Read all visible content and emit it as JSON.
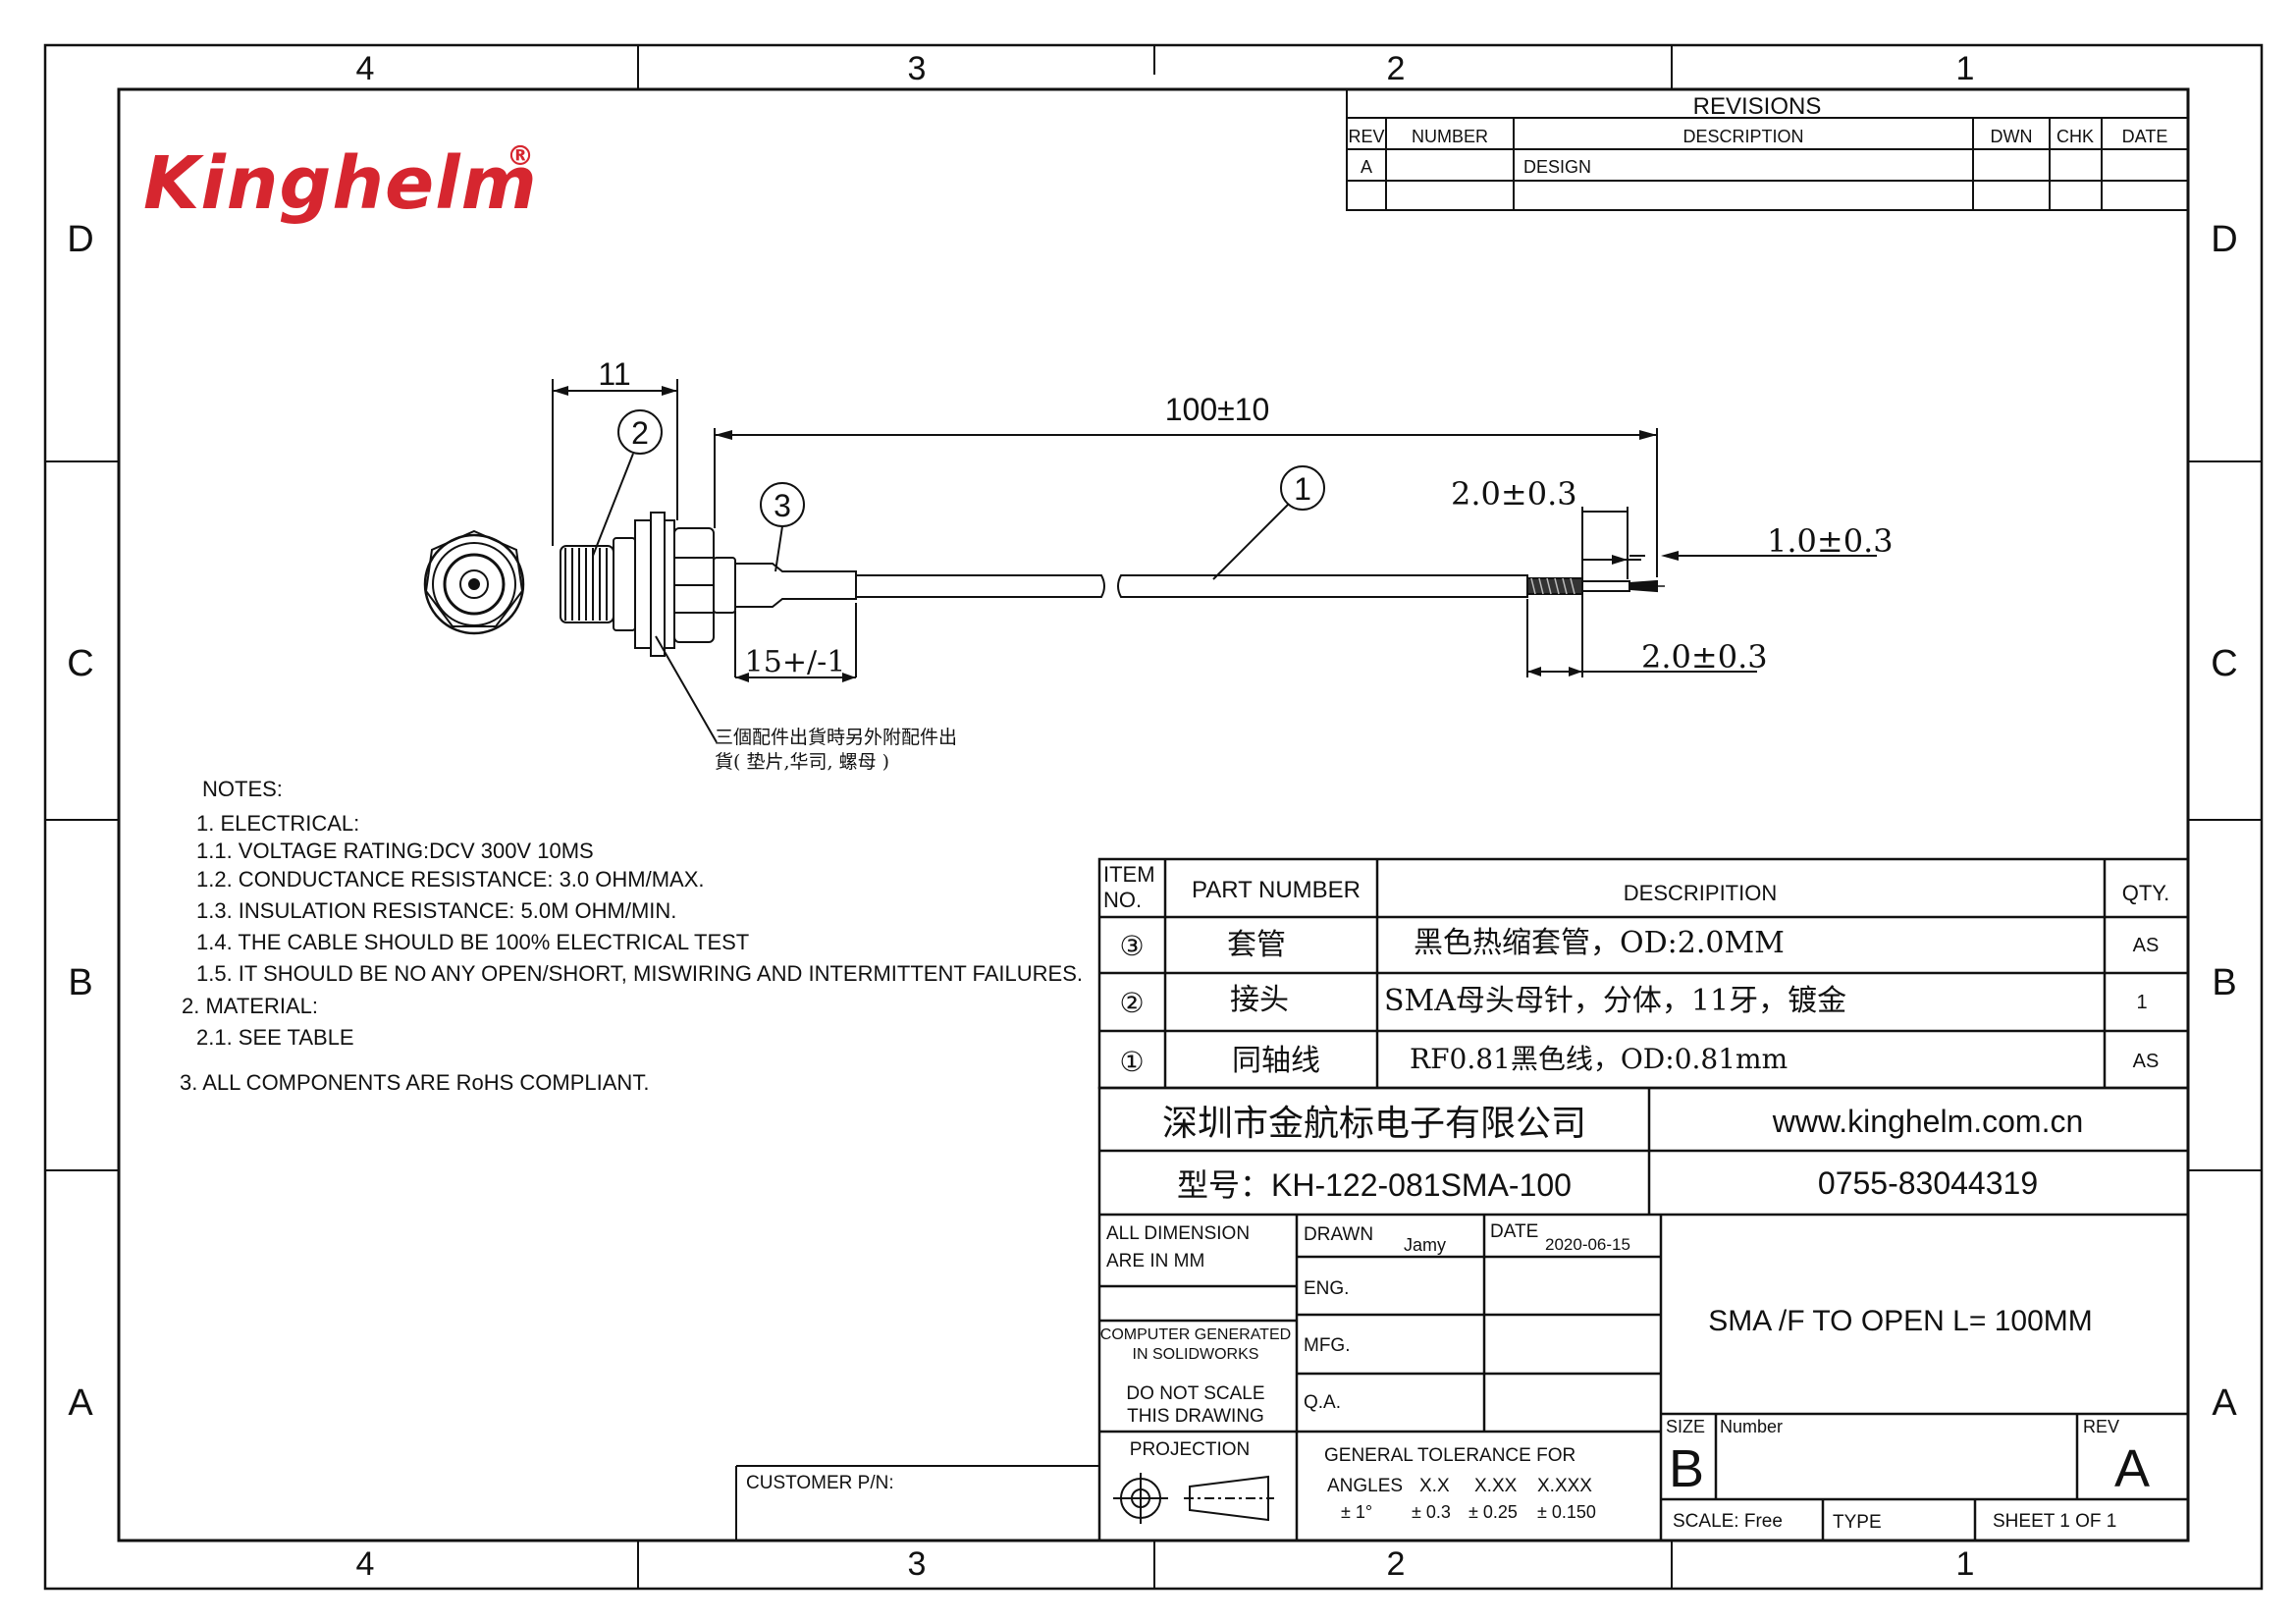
{
  "border": {
    "columns_top": [
      "4",
      "3",
      "2",
      "1"
    ],
    "columns_bottom": [
      "4",
      "3",
      "2",
      "1"
    ],
    "rows_left": [
      "D",
      "C",
      "B",
      "A"
    ],
    "rows_right": [
      "D",
      "C",
      "B",
      "A"
    ]
  },
  "logo": {
    "text": "Kinghelm",
    "mark": "®"
  },
  "revisions": {
    "title": "REVISIONS",
    "headers": [
      "REV",
      "NUMBER",
      "DESCRIPTION",
      "DWN",
      "CHK",
      "DATE"
    ],
    "rows": [
      [
        "A",
        "",
        "DESIGN",
        "",
        "",
        ""
      ]
    ]
  },
  "drawing": {
    "dim_11": "11",
    "dim_100": "100±10",
    "dim_15": "15+/-1",
    "dim_strip_a": "2.0±0.3",
    "dim_strip_b": "1.0±0.3",
    "dim_strip_c": "2.0±0.3",
    "balloon_1": "1",
    "balloon_2": "2",
    "balloon_3": "3",
    "accessory_note_1": "三個配件出貨時另外附配件出",
    "accessory_note_2": "貨( 垫片,华司, 螺母 )"
  },
  "notes": {
    "title": "NOTES:",
    "lines": [
      "1.   ELECTRICAL:",
      "1.1.   VOLTAGE RATING:DCV 300V 10MS",
      "1.2.   CONDUCTANCE RESISTANCE: 3.0 OHM/MAX.",
      "1.3.   INSULATION RESISTANCE: 5.0M OHM/MIN.",
      "1.4.   THE CABLE SHOULD BE 100% ELECTRICAL TEST",
      "1.5.   IT SHOULD BE NO ANY OPEN/SHORT, MISWIRING AND INTERMITTENT FAILURES.",
      "2.   MATERIAL:",
      "2.1.   SEE TABLE",
      "3.   ALL COMPONENTS ARE RoHS COMPLIANT."
    ]
  },
  "bom": {
    "header_item_1": "ITEM",
    "header_item_2": "NO.",
    "header_part": "PART  NUMBER",
    "header_desc": "DESCRIPITION",
    "header_qty": "QTY.",
    "rows": [
      {
        "item": "③",
        "part": "套管",
        "desc": "黑色热缩套管，OD:2.0MM",
        "qty": "AS"
      },
      {
        "item": "②",
        "part": "接头",
        "desc": "SMA母头母针，分体，11牙，镀金",
        "qty": "1"
      },
      {
        "item": "①",
        "part": "同轴线",
        "desc": "RF0.81黑色线，OD:0.81mm",
        "qty": "AS"
      }
    ]
  },
  "title_block": {
    "company": "深圳市金航标电子有限公司",
    "website": "www.kinghelm.com.cn",
    "model": "型号：KH-122-081SMA-100",
    "phone": "0755-83044319",
    "units_1": "ALL DIMENSION",
    "units_2": "ARE IN MM",
    "drawn_label": "DRAWN",
    "drawn_value": "Jamy",
    "date_label": "DATE",
    "date_value": "2020-06-15",
    "eng_label": "ENG.",
    "mfg_label": "MFG.",
    "qa_label": "Q.A.",
    "computer_1": "COMPUTER GENERATED",
    "computer_2": "IN SOLIDWORKS",
    "noscale_1": "DO NOT SCALE",
    "noscale_2": "THIS DRAWING",
    "projection": "PROJECTION",
    "tolerance_title": "GENERAL TOLERANCE FOR",
    "tol_angles": "ANGLES",
    "tol_h1": "X.X",
    "tol_h2": "X.XX",
    "tol_h3": "X.XXX",
    "tol_v0": "± 1°",
    "tol_v1": "± 0.3",
    "tol_v2": "± 0.25",
    "tol_v3": "± 0.150",
    "title": "SMA /F TO OPEN  L= 100MM",
    "size_label": "SIZE",
    "size_value": "B",
    "number_label": "Number",
    "rev_label": "REV",
    "rev_value": "A",
    "scale": "SCALE:  Free",
    "type": "TYPE",
    "sheet": "SHEET   1     OF    1",
    "customer": "CUSTOMER P/N:"
  }
}
